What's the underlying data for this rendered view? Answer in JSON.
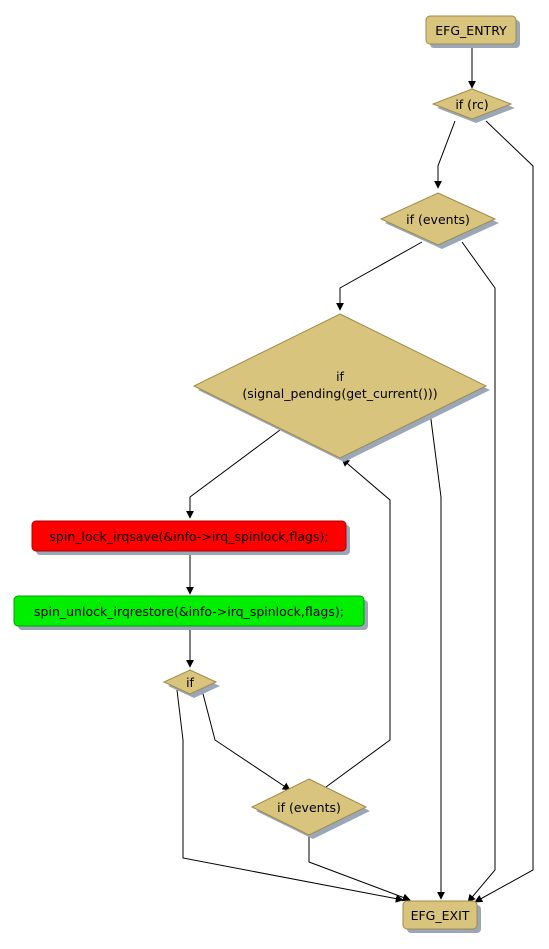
{
  "colors": {
    "node_fill": "#d9c47e",
    "node_stroke": "#a08a4a",
    "lock_fill": "#ff0000",
    "unlock_fill": "#00ee00",
    "shadow": "#9aa7b8",
    "edge": "#000000"
  },
  "nodes": {
    "entry": "EFG_ENTRY",
    "if_rc": "if (rc)",
    "if_events_1": "if (events)",
    "if_signal_line1": "if",
    "if_signal_line2": "(signal_pending(get_current()))",
    "lock": "spin_lock_irqsave(&info->irq_spinlock,flags);",
    "unlock": "spin_unlock_irqrestore(&info->irq_spinlock,flags);",
    "if_plain": "if",
    "if_events_2": "if (events)",
    "exit": "EFG_EXIT"
  }
}
